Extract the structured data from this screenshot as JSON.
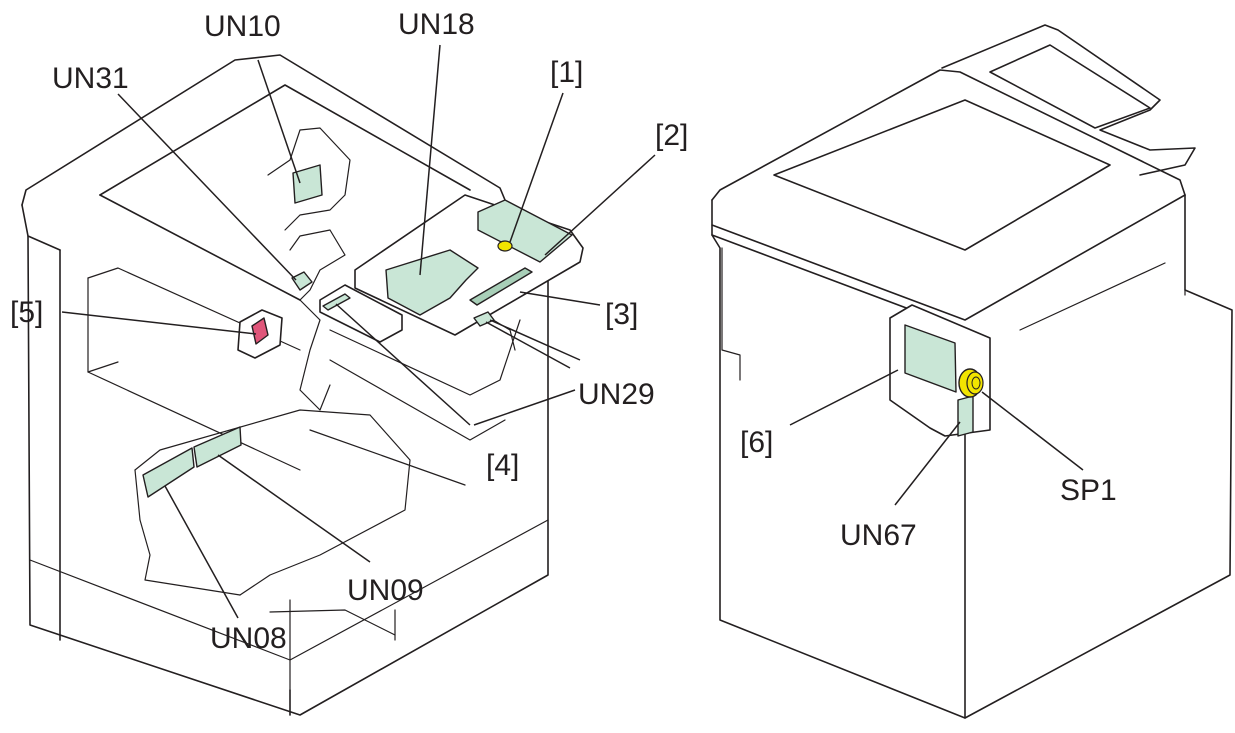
{
  "colors": {
    "board": "#c9e6d6",
    "board_dark": "#a8cfb8",
    "switch_red": "#e0567a",
    "speaker_yellow": "#f2e400",
    "line": "#231f20"
  },
  "labels": {
    "un10": "UN10",
    "un18": "UN18",
    "un31": "UN31",
    "ref1": "[1]",
    "ref2": "[2]",
    "ref3": "[3]",
    "ref4": "[4]",
    "ref5": "[5]",
    "ref6": "[6]",
    "un29": "UN29",
    "un09": "UN09",
    "un08": "UN08",
    "un67": "UN67",
    "sp1": "SP1"
  }
}
